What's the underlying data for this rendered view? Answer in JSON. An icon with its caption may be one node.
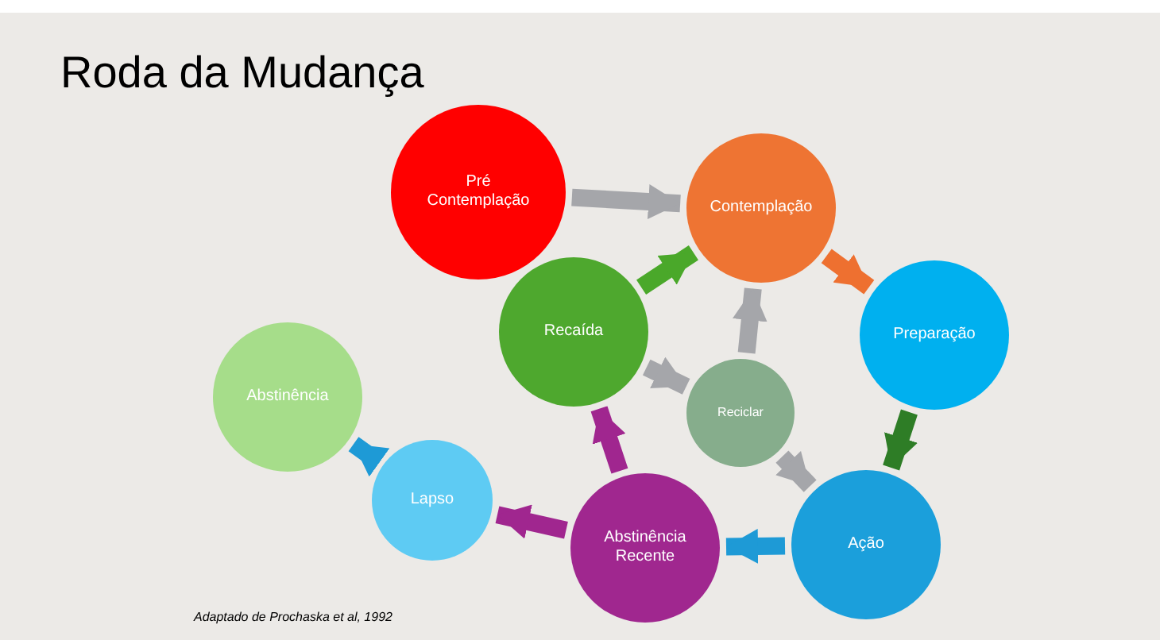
{
  "diagram": {
    "title": "Roda da Mudança",
    "nodes": [
      {
        "text": [
          "Pré Contemplação"
        ]
      },
      {
        "text": [
          "Contemplação"
        ]
      },
      {
        "text": [
          "Recaída"
        ]
      },
      {
        "text": [
          "Preparação"
        ]
      },
      {
        "text": [
          "Reciclar"
        ]
      },
      {
        "text": [
          "Abstinência"
        ]
      },
      {
        "text": [
          "Lapso"
        ]
      },
      {
        "text": [
          "Abstinência Recente"
        ]
      },
      {
        "text": [
          "Ação"
        ]
      }
    ],
    "edges": [
      {
        "from": 0,
        "to": 1,
        "arrow": "to"
      },
      {
        "from": 2,
        "to": 1,
        "arrow": "to",
        "color": "#4aa82a"
      },
      {
        "from": 1,
        "to": 3,
        "arrow": "to",
        "color": "#ee7030"
      },
      {
        "from": 3,
        "to": 8,
        "arrow": "to",
        "color": "#2e7d26"
      },
      {
        "from": 8,
        "to": 7,
        "arrow": "to",
        "color": "#1e9ad6"
      },
      {
        "from": 7,
        "to": 6,
        "arrow": "to",
        "color": "#a0268f"
      },
      {
        "from": 6,
        "to": 5,
        "arrow": "to",
        "color": "#1e9ad6"
      },
      {
        "from": 7,
        "to": 2,
        "arrow": "to",
        "color": "#a0268f"
      },
      {
        "from": 2,
        "to": 4,
        "arrow": "to"
      },
      {
        "from": 4,
        "to": 1,
        "arrow": "to"
      },
      {
        "from": 4,
        "to": 8,
        "arrow": "to"
      }
    ],
    "labels": [
      "Adaptado de Prochaska et al, 1992"
    ]
  }
}
